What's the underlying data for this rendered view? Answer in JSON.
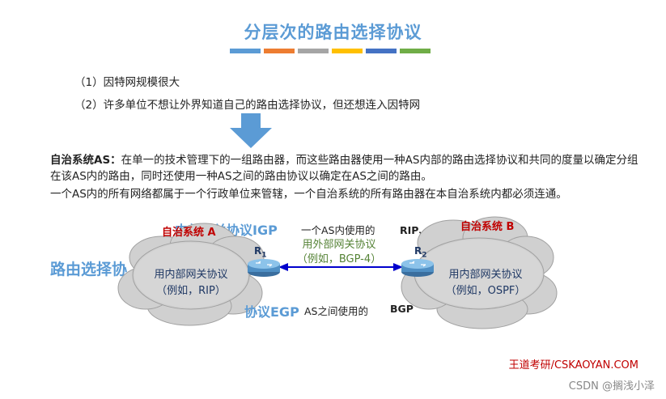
{
  "title": "分层次的路由选择协议",
  "title_bar_colors": [
    "#5b9bd5",
    "#ed7d31",
    "#a5a5a5",
    "#ffc000",
    "#4472c4",
    "#70ad47"
  ],
  "points": [
    "（1）因特网规模很大",
    "（2）许多单位不想让外界知道自己的路由选择协议，但还想连入因特网"
  ],
  "as_def": {
    "term": "自治系统AS：",
    "text": "在单一的技术管理下的一组路由器，而这些路由器使用一种AS内部的路由选择协议和共同的度量以确定分组在该AS内的路由，同时还使用一种AS之间的路由协议以确定在AS之间的路由。",
    "line3": "一个AS内的所有网络都属于一个行政单位来管辖，一个自治系统的所有路由器在本自治系统内都必须连通。"
  },
  "diagram": {
    "bg_heading": "路由选择协",
    "igp_heading": "内部网关协议IGP",
    "igp_desc": "一个AS内使用的",
    "igp_examples": "RIP、OSPF",
    "egp_heading": "协议EGP",
    "egp_desc": "AS之间使用的",
    "egp_examples": "BGP",
    "as_a_label": "自治系统 A",
    "as_b_label": "自治系统 B",
    "cloud_a_line1": "用内部网关协议",
    "cloud_a_line2": "（例如，RIP）",
    "cloud_b_line1": "用内部网关协议",
    "cloud_b_line2": "（例如，OSPF）",
    "link_line1": "用外部网关协议",
    "link_line2": "（例如，BGP-4）",
    "router_1": "R",
    "router_1_sub": "1",
    "router_2": "R",
    "router_2_sub": "2"
  },
  "footer": "王道考研/CSKAOYAN.COM",
  "watermark": "CSDN @搁浅小泽"
}
